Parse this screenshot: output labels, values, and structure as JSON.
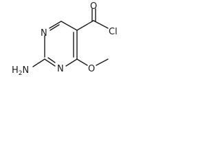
{
  "molecule": {
    "atoms": {
      "n1": "N",
      "n3": "N",
      "nh2": "H2N",
      "o_carbonyl": "O",
      "cl": "Cl",
      "o_methoxy": "O"
    }
  },
  "colors": {
    "bond": "#1a1a1a",
    "label": "#1a1a1a",
    "background": "#ffffff"
  }
}
